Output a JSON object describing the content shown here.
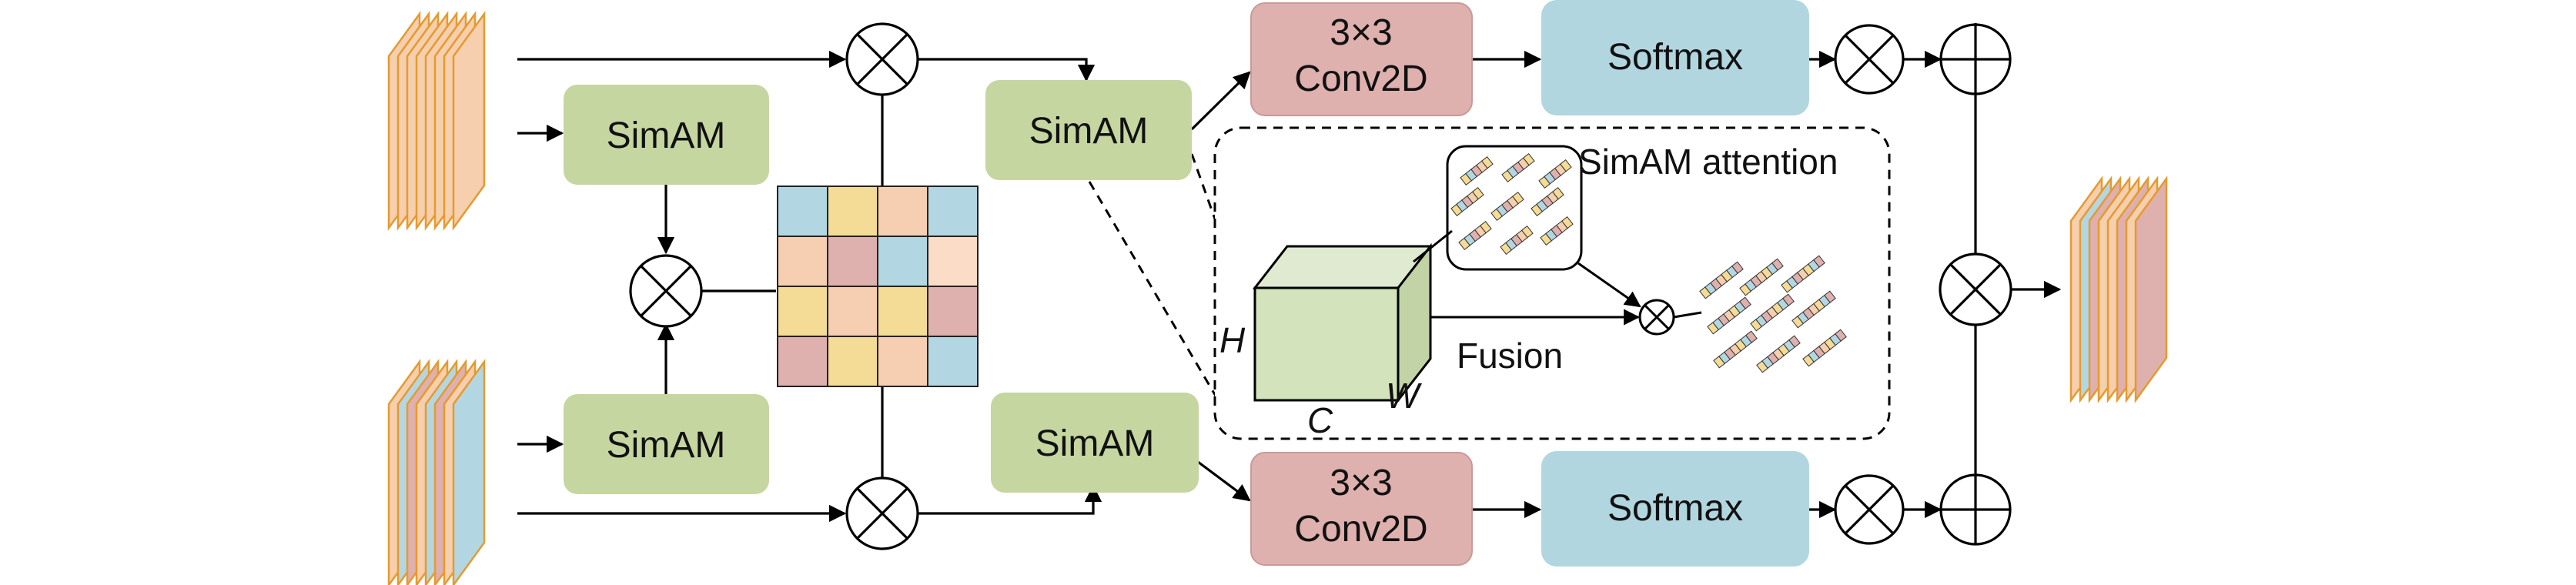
{
  "diagram": {
    "simam_label": "SimAM",
    "conv_line1": "3×3",
    "conv_line2": "Conv2D",
    "softmax_label": "Softmax",
    "inset": {
      "attention_label": "SimAM attention",
      "fusion_label": "Fusion",
      "dim_h": "H",
      "dim_w": "W",
      "dim_c": "C"
    }
  },
  "colors": {
    "simam_fill": "#c5d6a0",
    "conv_fill": "#deb0ae",
    "softmax_fill": "#b2d6e0",
    "feature_orange": "#f5cfae",
    "feature_border": "#e69a2e",
    "cube_fill": "#d3e3bb",
    "grid_blue": "#b3d7e2",
    "grid_yellow": "#f4dc96",
    "grid_peach": "#f6cfb2",
    "grid_pink": "#deb0ae",
    "grid_lightpeach": "#fbddc7"
  },
  "icons": {
    "multiply": "circle-times-icon",
    "add": "circle-plus-icon",
    "feature_stack": "feature-map-stack-icon",
    "cube": "tensor-cube-icon"
  }
}
